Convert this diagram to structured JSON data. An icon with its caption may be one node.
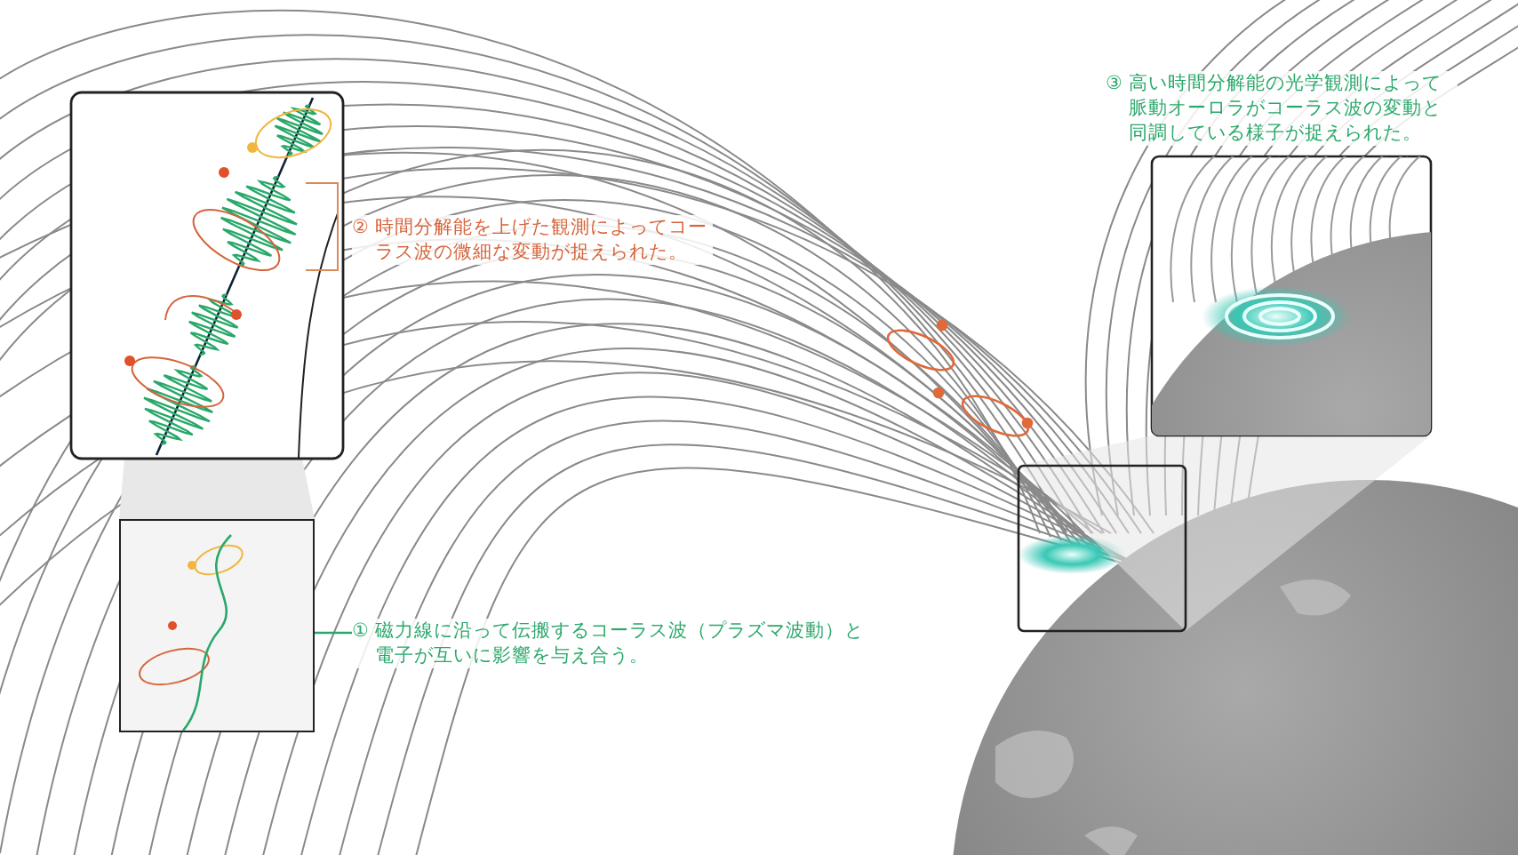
{
  "diagram": {
    "nodes": [
      {
        "text": [
          "① 磁力線に沿って伝搬するコーラス波（プラズマ波動）と電子が互いに影響を与え合う。"
        ]
      },
      {
        "text": [],
        "shape": "picture"
      }
    ],
    "edges": [
      {
        "from": 0,
        "to": 1,
        "arrow": "none"
      }
    ],
    "labels": [
      "③ 高い時間分解能の光学観測によって脈動オーロラがコーラス波の変動と同調している様子が捉えられた。",
      "② 時間分解能を上げた観測によってコーラス波の微細な変動が捉えられた。"
    ]
  }
}
